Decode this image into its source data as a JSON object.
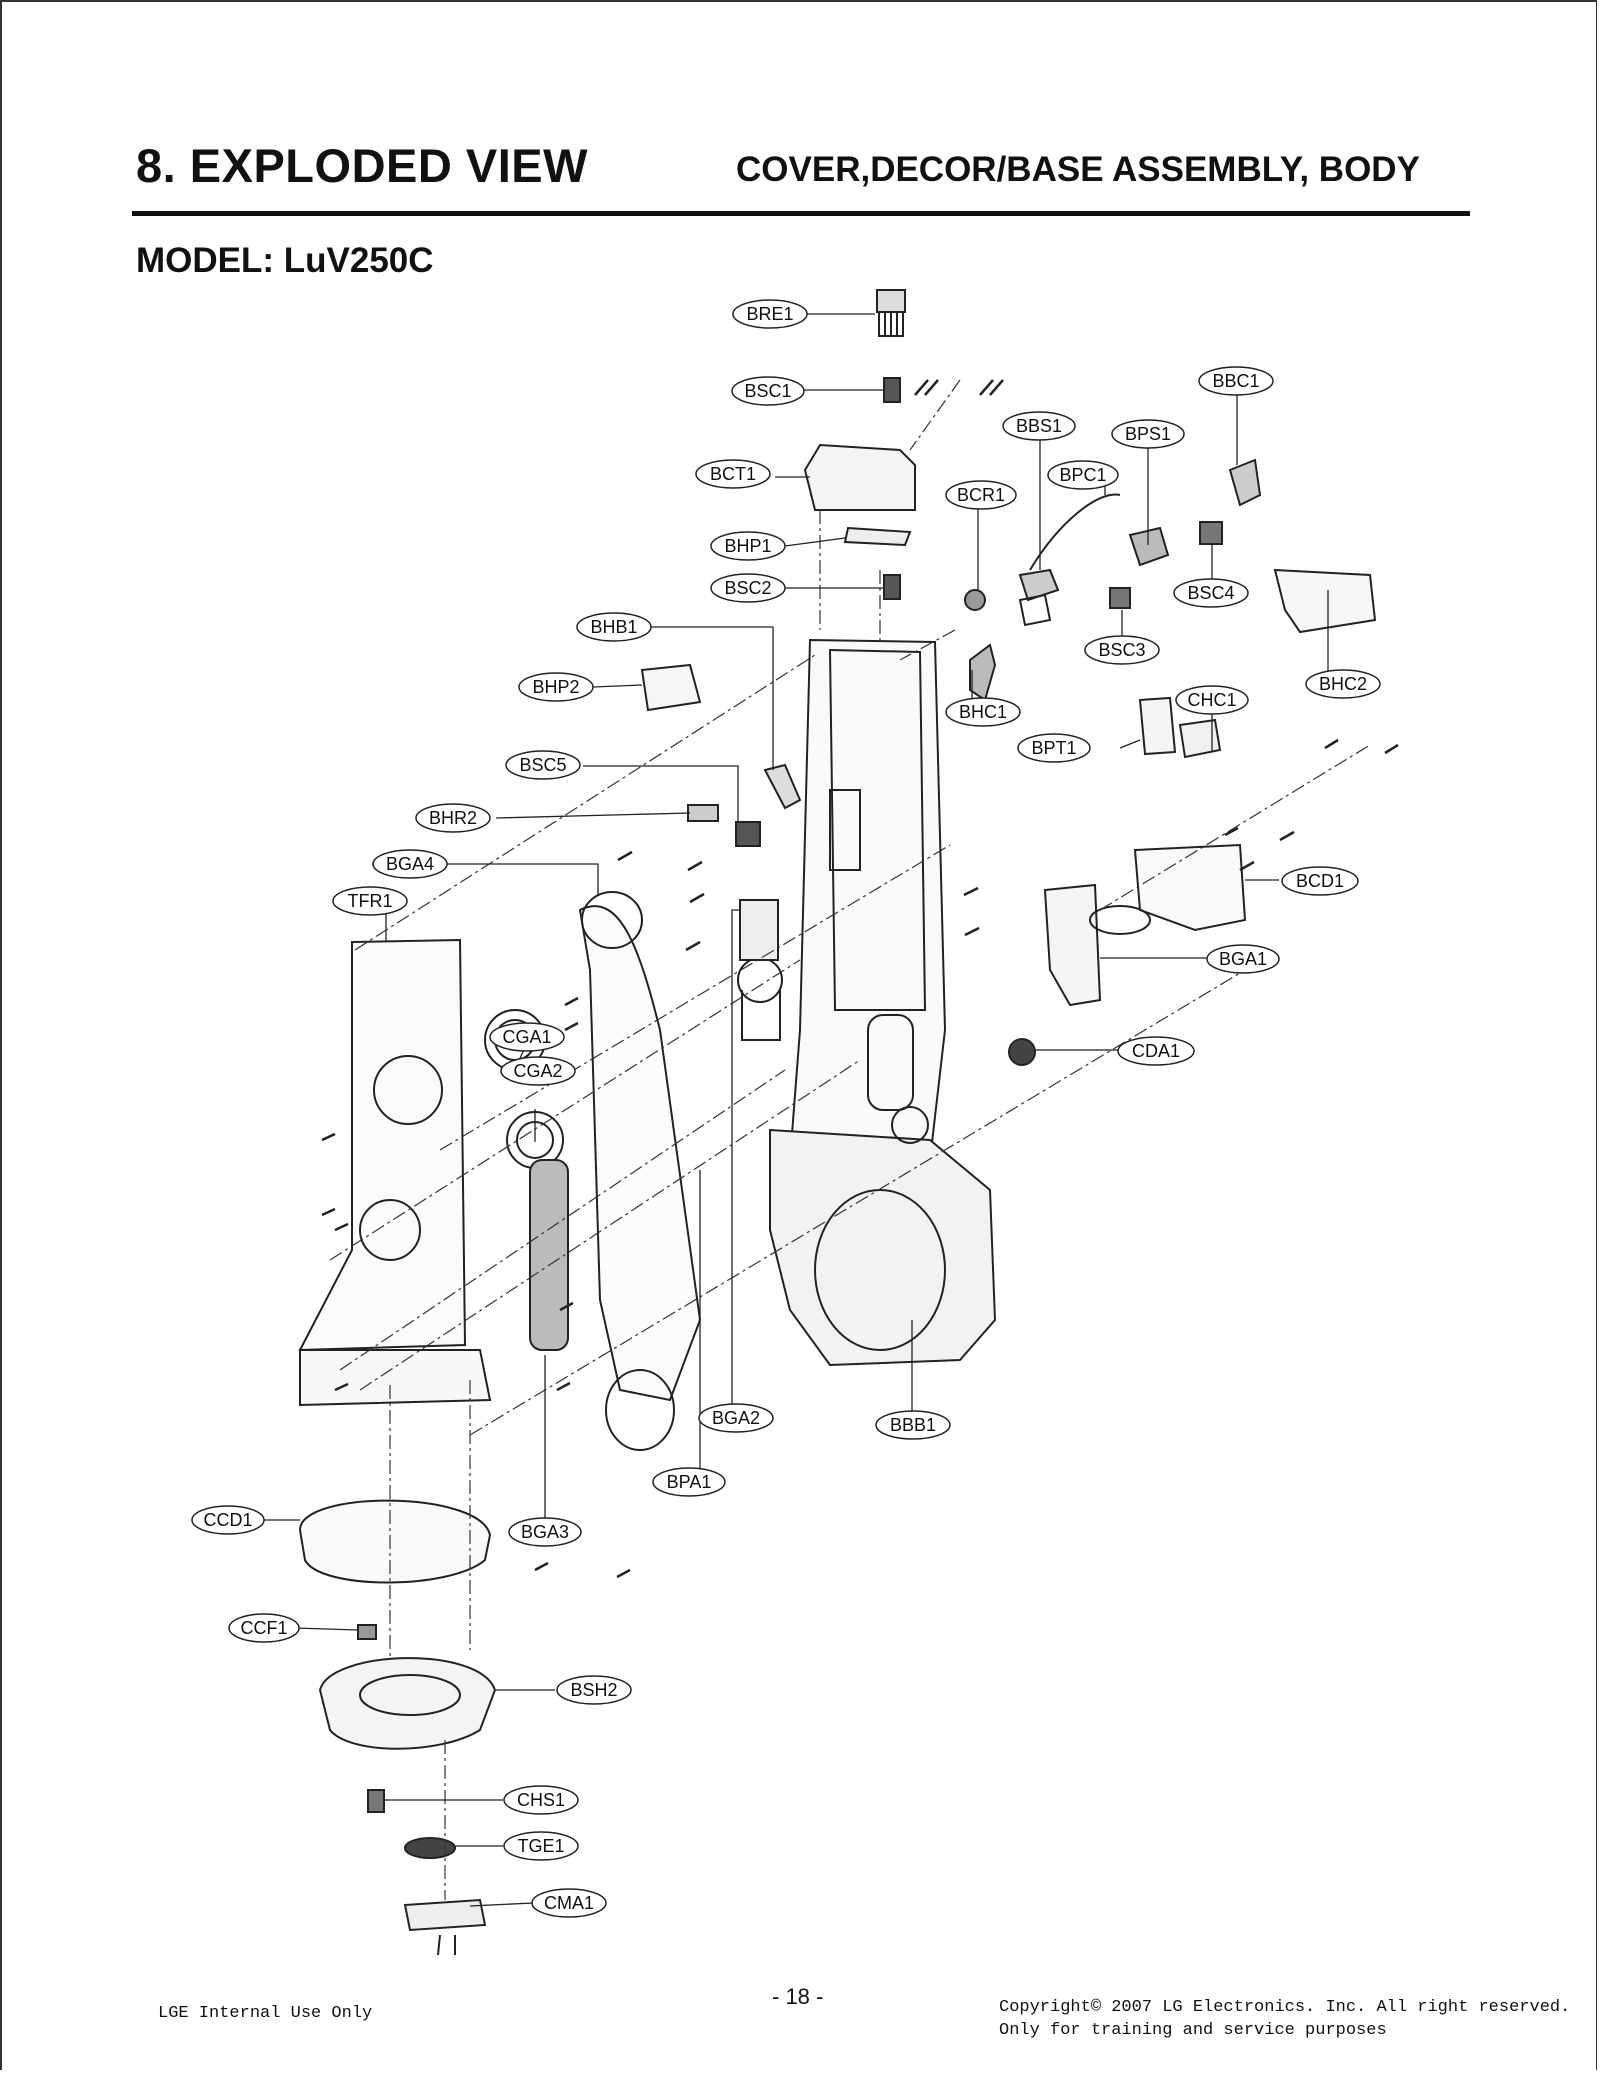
{
  "header": {
    "title": "8. EXPLODED VIEW",
    "subtitle": "COVER,DECOR/BASE ASSEMBLY, BODY",
    "model": "MODEL: LuV250C"
  },
  "parts": [
    "BRE1",
    "BSC1",
    "BBC1",
    "BBS1",
    "BPS1",
    "BCT1",
    "BPC1",
    "BCR1",
    "BHP1",
    "BSC4",
    "BSC2",
    "BSC3",
    "BHB1",
    "BHP2",
    "BHC1",
    "CHC1",
    "BHC2",
    "BPT1",
    "BSC5",
    "BHR2",
    "BCD1",
    "BGA4",
    "TFR1",
    "BGA1",
    "CGA1",
    "CDA1",
    "CGA2",
    "BGA2",
    "BBB1",
    "BPA1",
    "CCD1",
    "BGA3",
    "CCF1",
    "BSH2",
    "CHS1",
    "TGE1",
    "CMA1"
  ],
  "footer": {
    "left": "LGE Internal Use Only",
    "page": "- 18 -",
    "copyright_line1": "Copyright© 2007 LG Electronics. Inc. All right reserved.",
    "copyright_line2": "Only for training and service purposes"
  }
}
